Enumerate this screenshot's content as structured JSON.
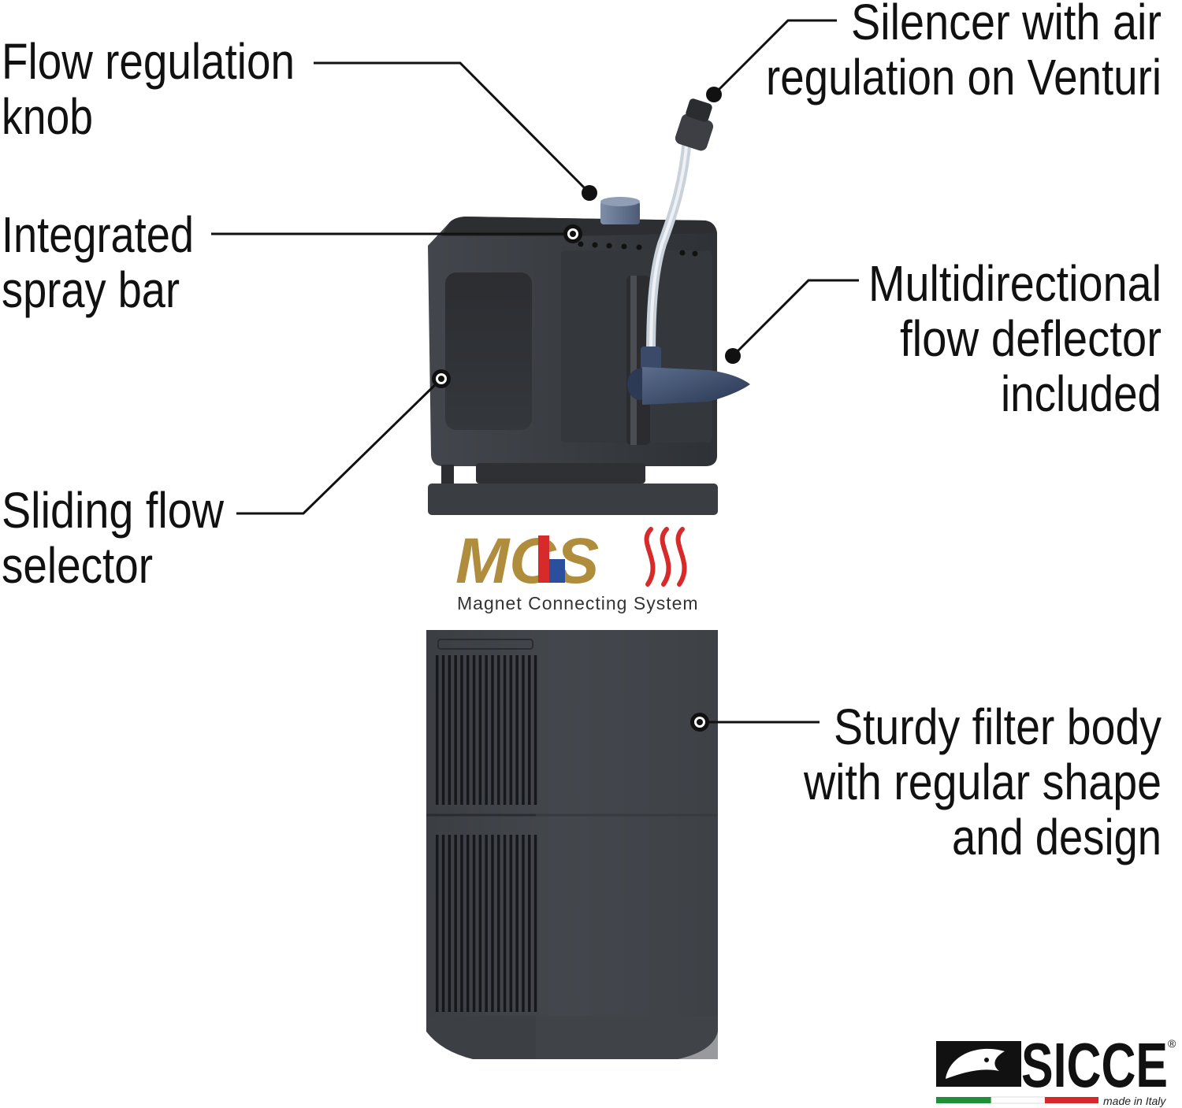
{
  "callouts": {
    "flow_knob": {
      "line1": "Flow regulation",
      "line2": "knob"
    },
    "spray_bar": {
      "line1": "Integrated",
      "line2": "spray bar"
    },
    "sliding_selector": {
      "line1": "Sliding flow",
      "line2": "selector"
    },
    "silencer": {
      "line1": "Silencer with air",
      "line2": "regulation on Venturi"
    },
    "deflector": {
      "line1": "Multidirectional",
      "line2": "flow deflector",
      "line3": "included"
    },
    "filter_body": {
      "line1": "Sturdy filter body",
      "line2": "with regular shape",
      "line3": "and design"
    }
  },
  "mcs_logo": {
    "letters": "MCS",
    "subtitle": "Magnet Connecting System"
  },
  "brand": {
    "name": "SICCE",
    "registered": "®",
    "tagline": "made in Italy"
  },
  "colors": {
    "text": "#111111",
    "product_dark": "#3a3d42",
    "mcs_gold": "#b08d3c",
    "mcs_red": "#d72a2a",
    "mcs_blue": "#2b4f9c",
    "flag_green": "#1f8f3a",
    "flag_red": "#d7262c"
  }
}
